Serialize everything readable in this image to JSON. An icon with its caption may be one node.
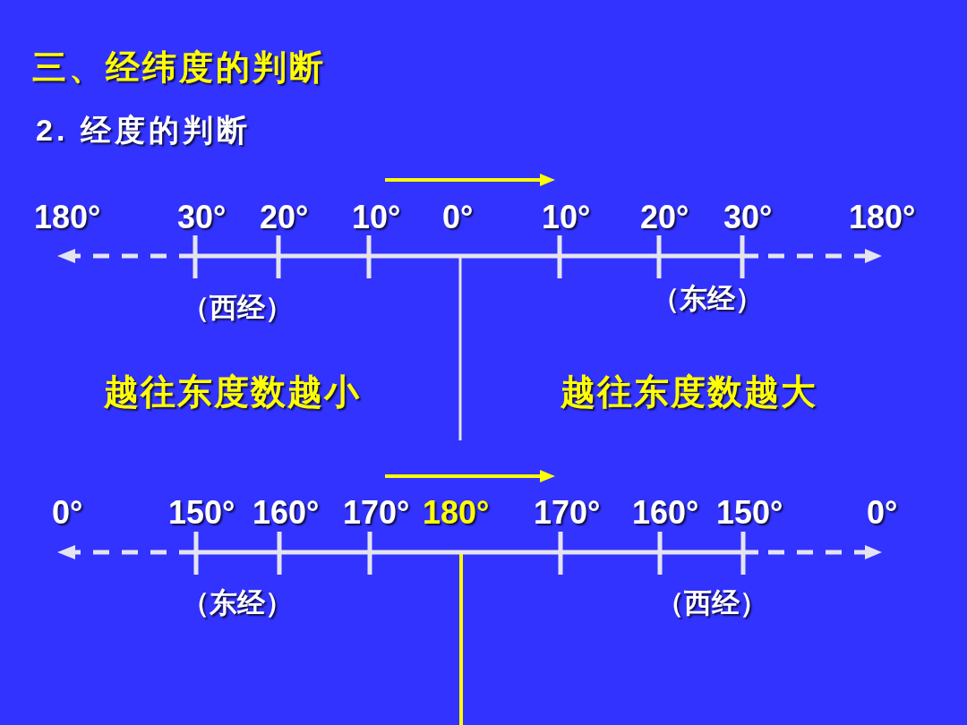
{
  "diagram": {
    "title": "三、经纬度的判断",
    "labels": [
      "2. 经度的判断",
      "180°",
      "30°",
      "20°",
      "10°",
      "0°",
      "10°",
      "20°",
      "30°",
      "180°",
      "（西经）",
      "（东经）",
      "越往东度数越小",
      "越往东度数越大",
      "0°",
      "150°",
      "160°",
      "170°",
      "180°",
      "170°",
      "160°",
      "150°",
      "0°",
      "（东经）",
      "（西经）"
    ]
  }
}
